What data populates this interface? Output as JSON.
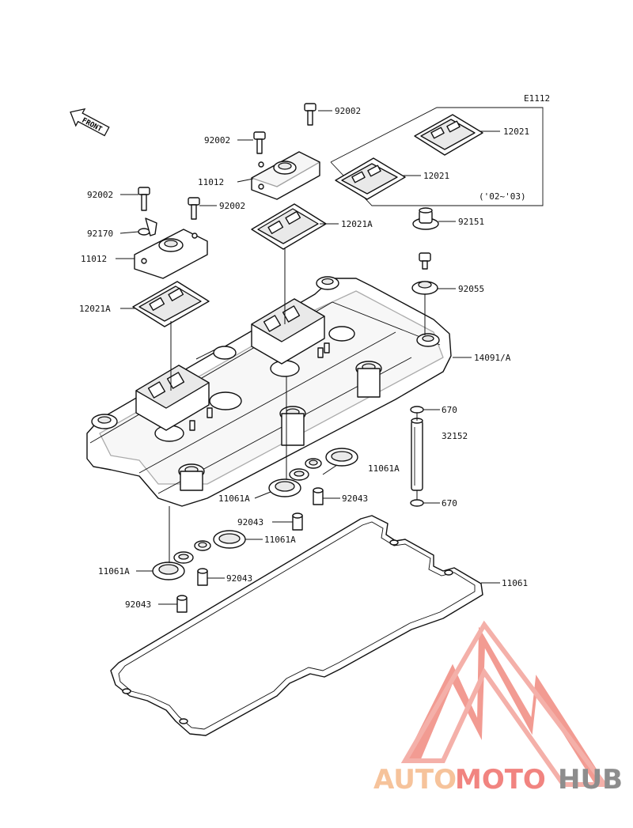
{
  "diagram": {
    "code": "E1112",
    "front_label": "FRONT",
    "year_note": "('02~'03)",
    "callouts": [
      "92002",
      "92002",
      "92002",
      "92002",
      "11012",
      "11012",
      "12021",
      "12021",
      "12021A",
      "12021A",
      "92170",
      "92151",
      "92055",
      "14091/A",
      "670",
      "670",
      "32152",
      "11061A",
      "11061A",
      "11061A",
      "11061A",
      "92043",
      "92043",
      "92043",
      "92043",
      "11061"
    ]
  },
  "watermark": {
    "auto": "AUTO",
    "moto": "MOTO",
    "hub": "HUB",
    "colors": {
      "auto": "#f5b98a",
      "moto": "#ef6f6a",
      "hub": "#7a7a7a",
      "triangle": "#f08a80"
    }
  }
}
